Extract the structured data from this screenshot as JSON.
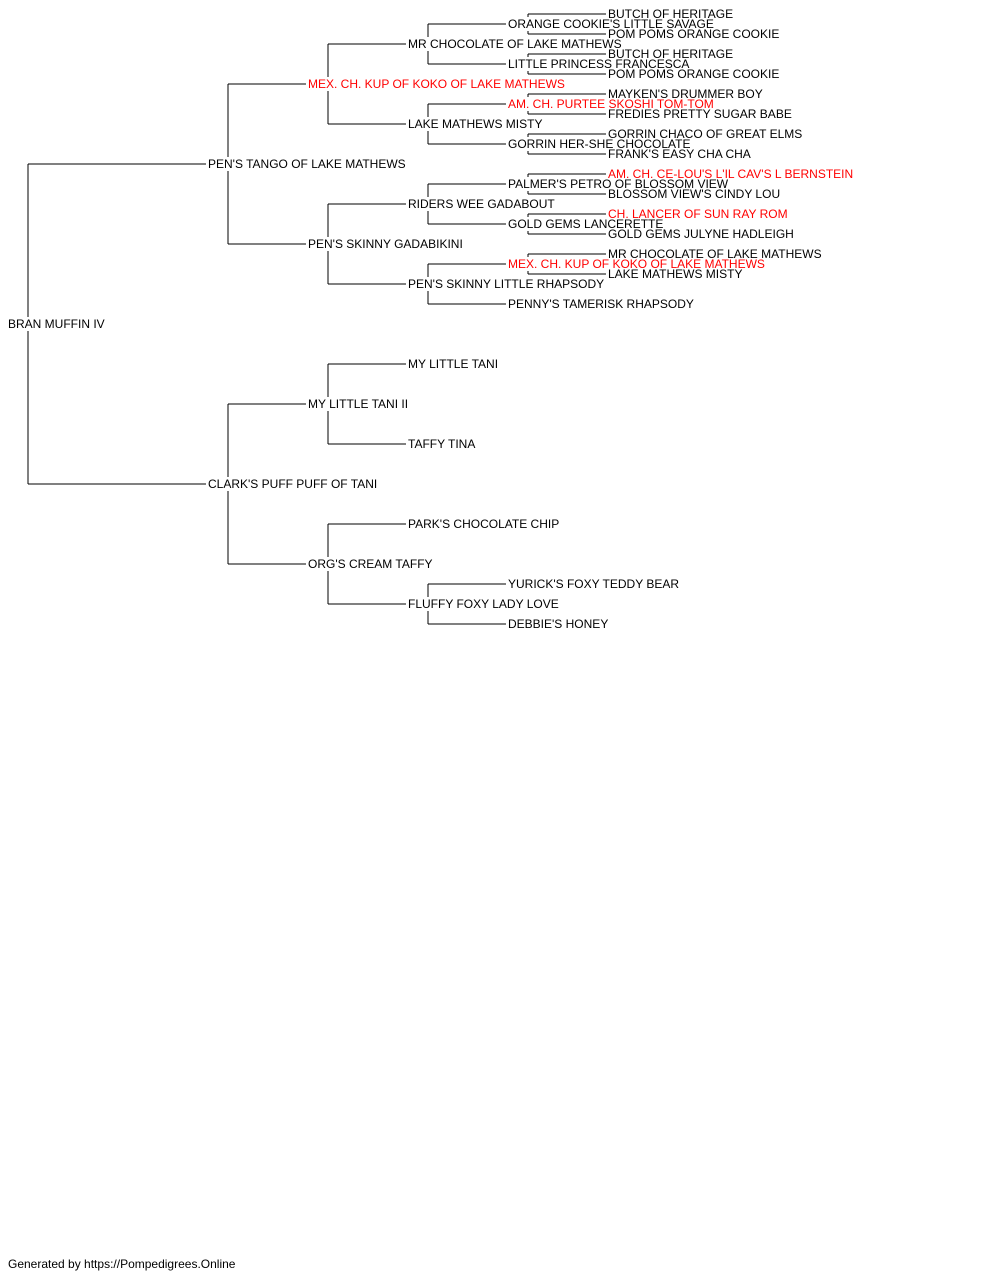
{
  "colors": {
    "line": "#000000",
    "text": "#000000",
    "champion": "#ff0000"
  },
  "footer": "Generated by https://Pompedigrees.Online",
  "pedigree": {
    "name": "BRAN MUFFIN IV",
    "sire": {
      "name": "PEN'S TANGO OF LAKE MATHEWS",
      "sire": {
        "name": "MEX. CH. KUP OF KOKO OF LAKE MATHEWS",
        "champion": true,
        "sire": {
          "name": "MR CHOCOLATE OF LAKE MATHEWS",
          "sire": {
            "name": "ORANGE COOKIE'S LITTLE SAVAGE",
            "sire": {
              "name": "BUTCH OF HERITAGE"
            },
            "dam": {
              "name": "POM POMS ORANGE COOKIE"
            }
          },
          "dam": {
            "name": "LITTLE PRINCESS FRANCESCA",
            "sire": {
              "name": "BUTCH OF HERITAGE"
            },
            "dam": {
              "name": "POM POMS ORANGE COOKIE"
            }
          }
        },
        "dam": {
          "name": "LAKE MATHEWS MISTY",
          "sire": {
            "name": "AM. CH. PURTEE SKOSHI TOM-TOM",
            "champion": true,
            "sire": {
              "name": "MAYKEN'S DRUMMER BOY"
            },
            "dam": {
              "name": "FREDIES PRETTY SUGAR BABE"
            }
          },
          "dam": {
            "name": "GORRIN HER-SHE CHOCOLATE",
            "sire": {
              "name": "GORRIN CHACO OF GREAT ELMS"
            },
            "dam": {
              "name": "FRANK'S EASY CHA CHA"
            }
          }
        }
      },
      "dam": {
        "name": "PEN'S SKINNY GADABIKINI",
        "sire": {
          "name": "RIDERS WEE GADABOUT",
          "sire": {
            "name": "PALMER'S PETRO OF BLOSSOM VIEW",
            "sire": {
              "name": "AM. CH. CE-LOU'S L'IL CAV'S L BERNSTEIN",
              "champion": true
            },
            "dam": {
              "name": "BLOSSOM VIEW'S CINDY LOU"
            }
          },
          "dam": {
            "name": "GOLD GEMS LANCERETTE",
            "sire": {
              "name": "CH. LANCER OF SUN RAY ROM",
              "champion": true
            },
            "dam": {
              "name": "GOLD GEMS JULYNE HADLEIGH"
            }
          }
        },
        "dam": {
          "name": "PEN'S SKINNY LITTLE RHAPSODY",
          "sire": {
            "name": "MEX. CH. KUP OF KOKO OF LAKE MATHEWS",
            "champion": true,
            "sire": {
              "name": "MR CHOCOLATE OF LAKE MATHEWS"
            },
            "dam": {
              "name": "LAKE MATHEWS MISTY"
            }
          },
          "dam": {
            "name": "PENNY'S TAMERISK RHAPSODY"
          }
        }
      }
    },
    "dam": {
      "name": "CLARK'S PUFF PUFF OF TANI",
      "sire": {
        "name": "MY LITTLE TANI II",
        "sire": {
          "name": "MY LITTLE TANI"
        },
        "dam": {
          "name": "TAFFY TINA"
        }
      },
      "dam": {
        "name": "ORG'S CREAM TAFFY",
        "sire": {
          "name": "PARK'S CHOCOLATE CHIP"
        },
        "dam": {
          "name": "FLUFFY FOXY LADY LOVE",
          "sire": {
            "name": "YURICK'S FOXY TEDDY BEAR"
          },
          "dam": {
            "name": "DEBBIE'S HONEY"
          }
        }
      }
    }
  }
}
